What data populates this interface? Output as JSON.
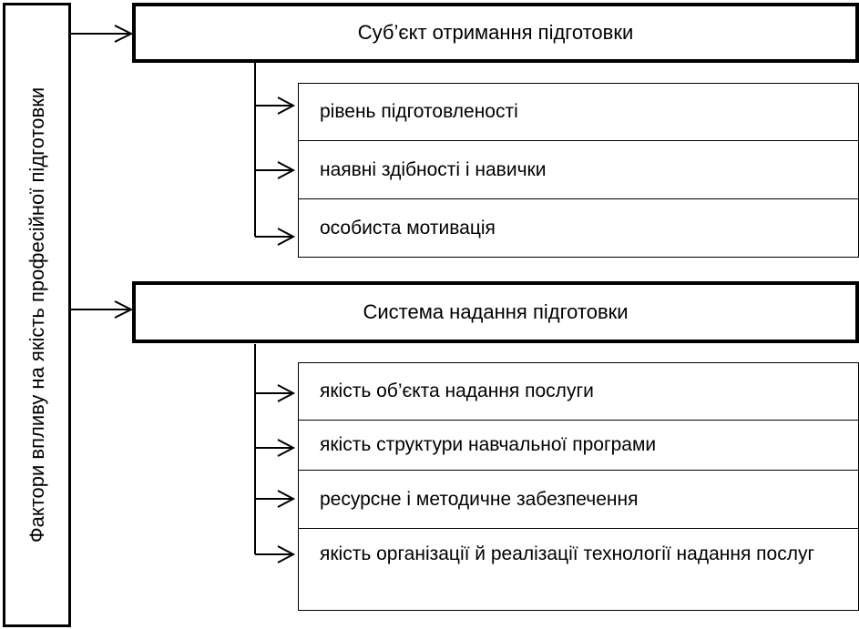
{
  "diagram": {
    "root": {
      "label": "Фактори впливу на якість професійної підготовки"
    },
    "groups": [
      {
        "title": "Суб’єкт отримання підготовки",
        "items": [
          "рівень підготовленості",
          "наявні здібності і навички",
          "особиста мотивація"
        ]
      },
      {
        "title": "Система надання підготовки",
        "items": [
          "якість об’єкта надання послуги",
          "якість структури навчальної програми",
          "ресурсне і методичне забезпечення",
          "якість організації й реалізації технології надання послуг"
        ]
      }
    ]
  }
}
